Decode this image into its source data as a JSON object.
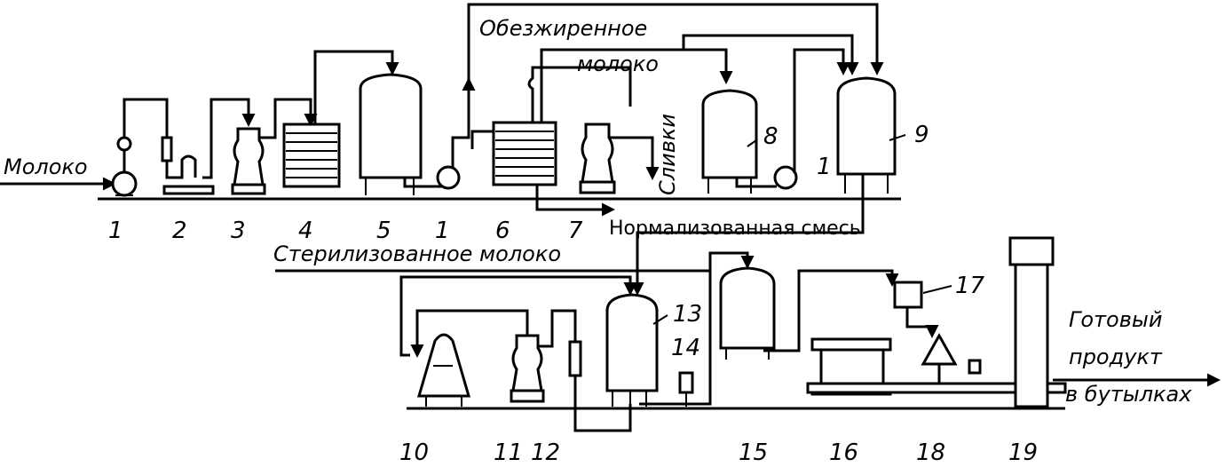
{
  "labels": {
    "milk_in": "Молоко",
    "skim_line1": "Обезжиренное",
    "skim_line2": "молоко",
    "cream": "Сливки",
    "normalized": "Нормализованная смесь",
    "sterilized": "Стерилизованное молоко",
    "product_line1": "Готовый",
    "product_line2": "продукт",
    "product_line3": "в бутылках"
  },
  "numbers": {
    "pump_a": "1",
    "filter": "2",
    "separator_a": "3",
    "cooler_a": "4",
    "tank_a": "5",
    "pump_b": "1",
    "heater": "6",
    "separator_b": "7",
    "tank_skim": "8",
    "pump_c": "1",
    "tank_norm": "9",
    "homogenizer": "10",
    "separator_c": "11",
    "heater_c": "12",
    "tank_c": "13",
    "instrument": "14",
    "tank_d": "15",
    "filler": "16",
    "heater_d": "17",
    "capper": "18",
    "sterilizer": "19"
  }
}
